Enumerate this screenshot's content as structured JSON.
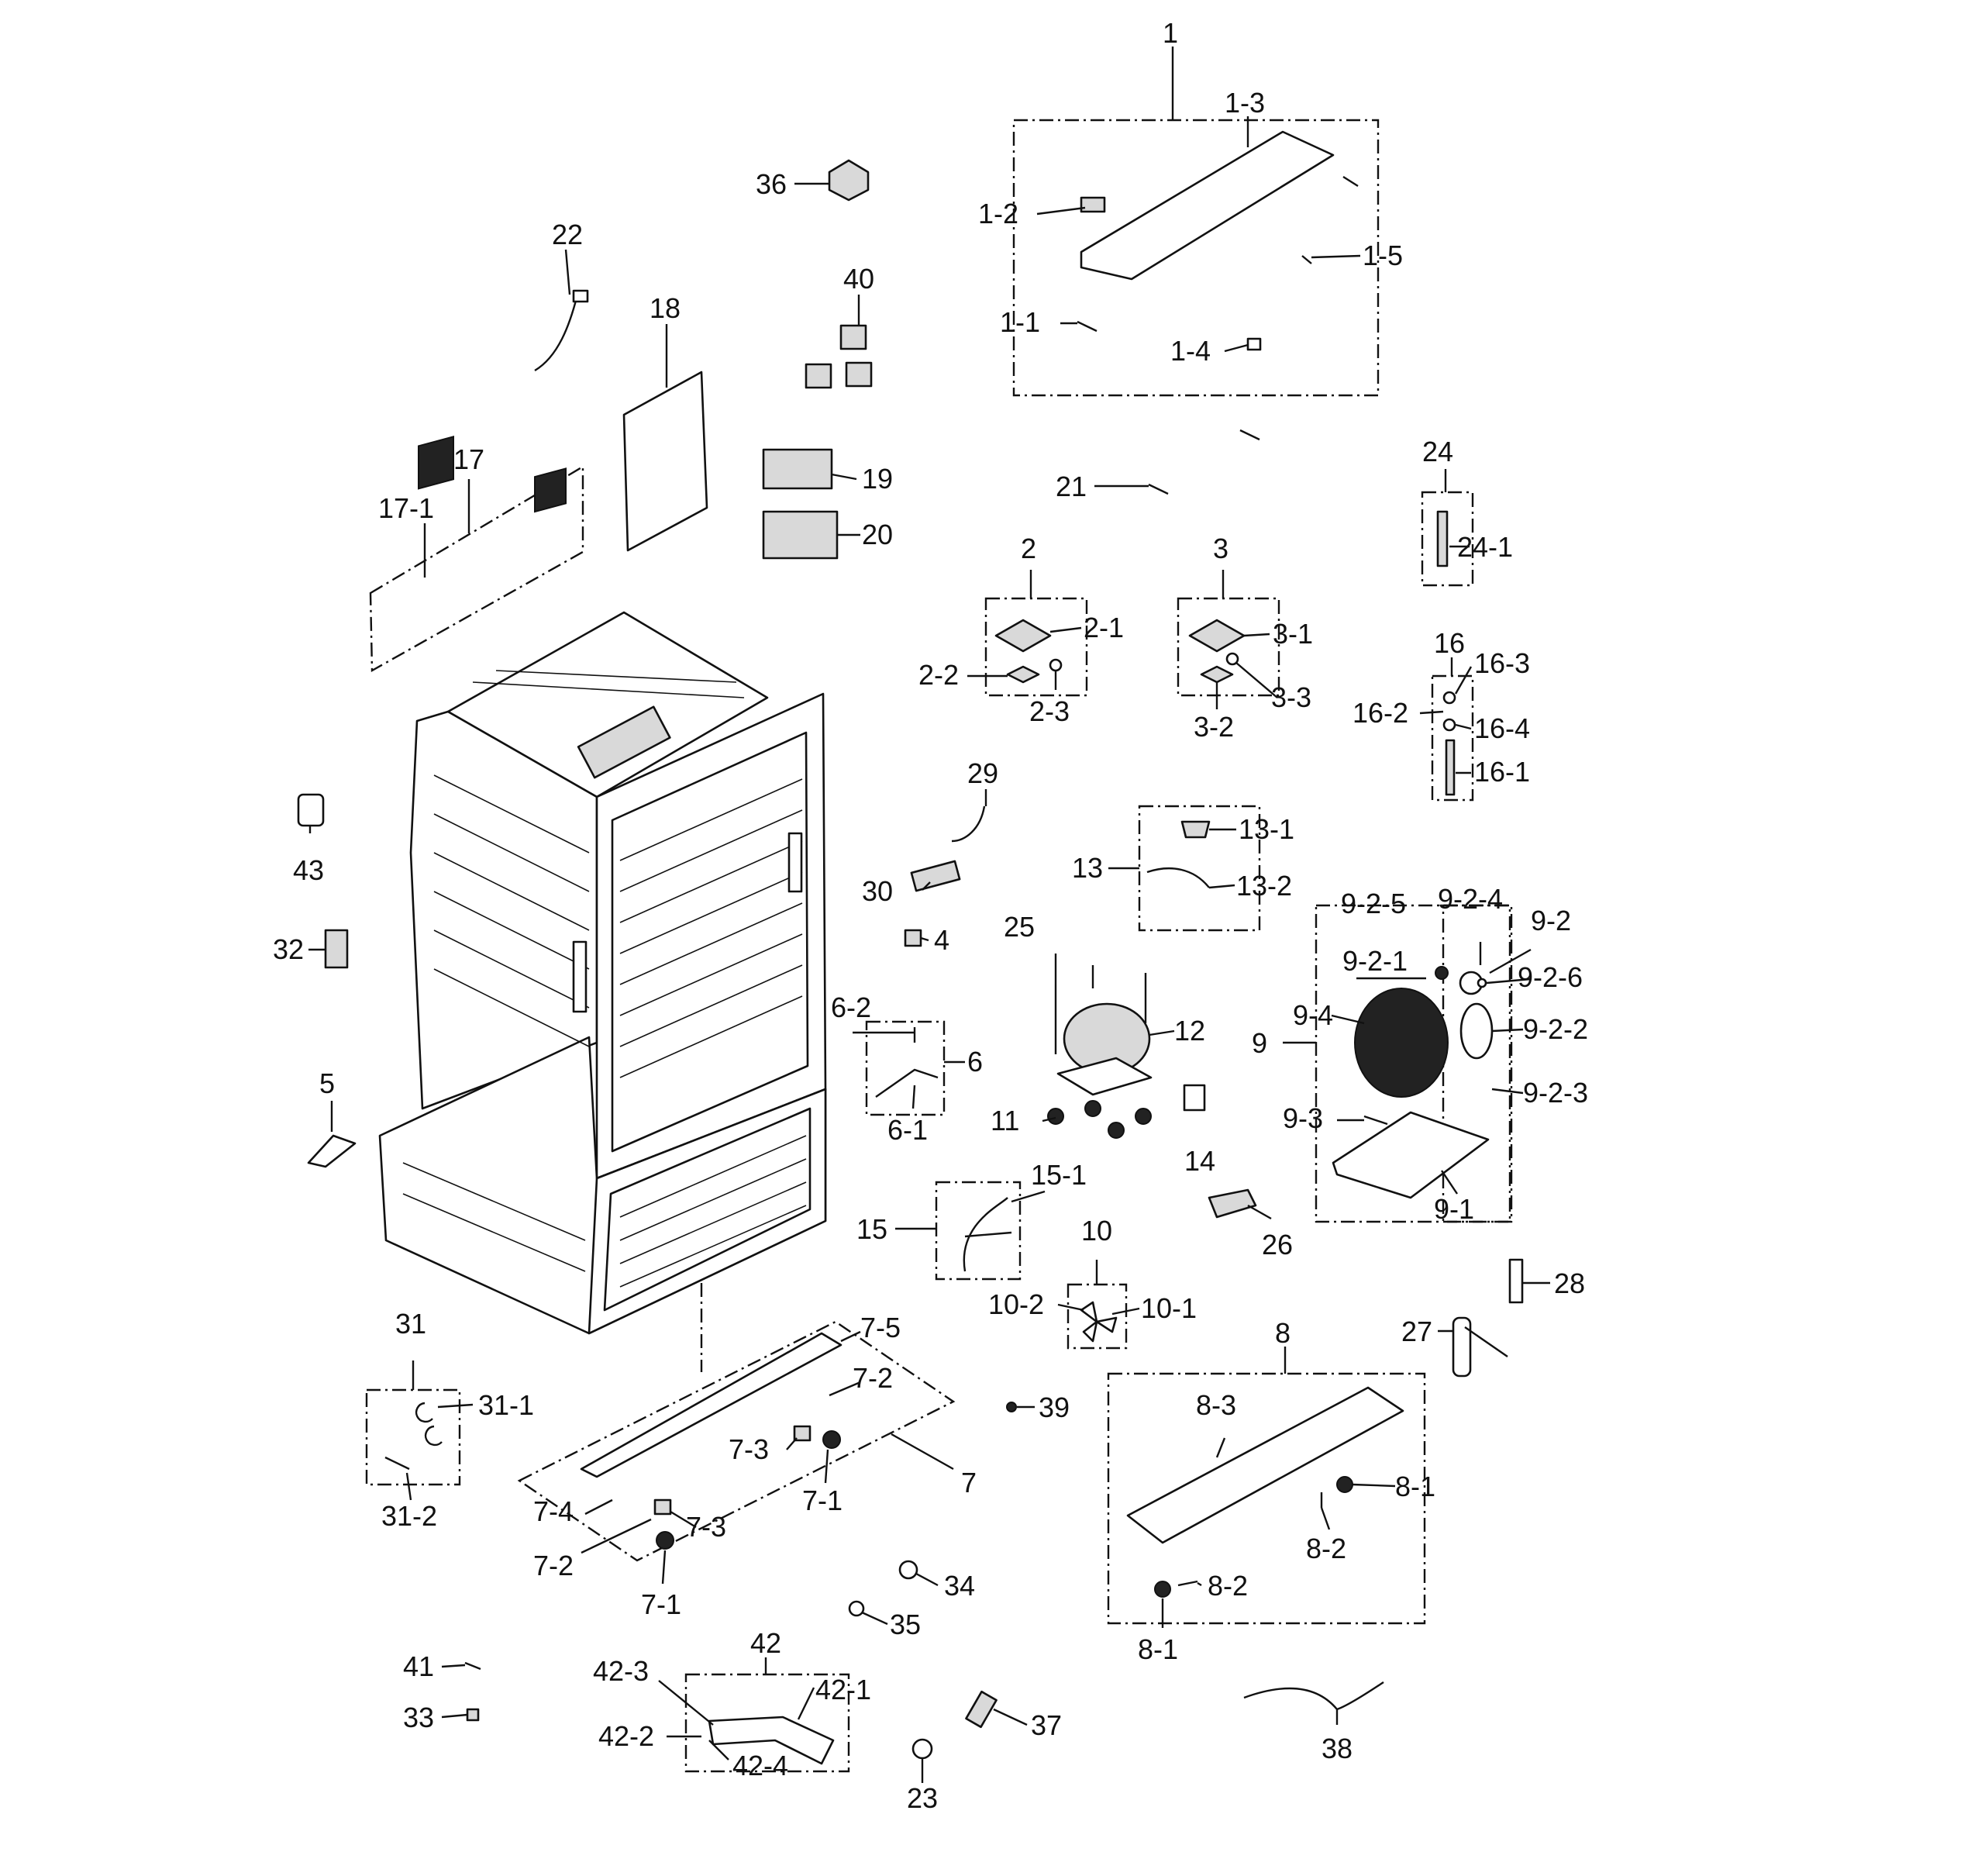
{
  "labels": [
    {
      "id": "1",
      "text": "1"
    },
    {
      "id": "1-1",
      "text": "1-1"
    },
    {
      "id": "1-2",
      "text": "1-2"
    },
    {
      "id": "1-3",
      "text": "1-3"
    },
    {
      "id": "1-4",
      "text": "1-4"
    },
    {
      "id": "1-5",
      "text": "1-5"
    },
    {
      "id": "2",
      "text": "2"
    },
    {
      "id": "2-1",
      "text": "2-1"
    },
    {
      "id": "2-2",
      "text": "2-2"
    },
    {
      "id": "2-3",
      "text": "2-3"
    },
    {
      "id": "3",
      "text": "3"
    },
    {
      "id": "3-1",
      "text": "3-1"
    },
    {
      "id": "3-2",
      "text": "3-2"
    },
    {
      "id": "3-3",
      "text": "3-3"
    },
    {
      "id": "4",
      "text": "4"
    },
    {
      "id": "5",
      "text": "5"
    },
    {
      "id": "6",
      "text": "6"
    },
    {
      "id": "6-1",
      "text": "6-1"
    },
    {
      "id": "6-2",
      "text": "6-2"
    },
    {
      "id": "7",
      "text": "7"
    },
    {
      "id": "7-1a",
      "text": "7-1"
    },
    {
      "id": "7-1b",
      "text": "7-1"
    },
    {
      "id": "7-2a",
      "text": "7-2"
    },
    {
      "id": "7-2b",
      "text": "7-2"
    },
    {
      "id": "7-3a",
      "text": "7-3"
    },
    {
      "id": "7-3b",
      "text": "7-3"
    },
    {
      "id": "7-4",
      "text": "7-4"
    },
    {
      "id": "7-5",
      "text": "7-5"
    },
    {
      "id": "8",
      "text": "8"
    },
    {
      "id": "8-1a",
      "text": "8-1"
    },
    {
      "id": "8-1b",
      "text": "8-1"
    },
    {
      "id": "8-2a",
      "text": "8-2"
    },
    {
      "id": "8-2b",
      "text": "8-2"
    },
    {
      "id": "8-3",
      "text": "8-3"
    },
    {
      "id": "9",
      "text": "9"
    },
    {
      "id": "9-1",
      "text": "9-1"
    },
    {
      "id": "9-2",
      "text": "9-2"
    },
    {
      "id": "9-2-1",
      "text": "9-2-1"
    },
    {
      "id": "9-2-2",
      "text": "9-2-2"
    },
    {
      "id": "9-2-3",
      "text": "9-2-3"
    },
    {
      "id": "9-2-4",
      "text": "9-2-4"
    },
    {
      "id": "9-2-5",
      "text": "9-2-5"
    },
    {
      "id": "9-2-6",
      "text": "9-2-6"
    },
    {
      "id": "9-3",
      "text": "9-3"
    },
    {
      "id": "9-4",
      "text": "9-4"
    },
    {
      "id": "10",
      "text": "10"
    },
    {
      "id": "10-1",
      "text": "10-1"
    },
    {
      "id": "10-2",
      "text": "10-2"
    },
    {
      "id": "11",
      "text": "11"
    },
    {
      "id": "12",
      "text": "12"
    },
    {
      "id": "13",
      "text": "13"
    },
    {
      "id": "13-1",
      "text": "13-1"
    },
    {
      "id": "13-2",
      "text": "13-2"
    },
    {
      "id": "14",
      "text": "14"
    },
    {
      "id": "15",
      "text": "15"
    },
    {
      "id": "15-1",
      "text": "15-1"
    },
    {
      "id": "16",
      "text": "16"
    },
    {
      "id": "16-1",
      "text": "16-1"
    },
    {
      "id": "16-2",
      "text": "16-2"
    },
    {
      "id": "16-3",
      "text": "16-3"
    },
    {
      "id": "16-4",
      "text": "16-4"
    },
    {
      "id": "17",
      "text": "17"
    },
    {
      "id": "17-1",
      "text": "17-1"
    },
    {
      "id": "18",
      "text": "18"
    },
    {
      "id": "19",
      "text": "19"
    },
    {
      "id": "20",
      "text": "20"
    },
    {
      "id": "21",
      "text": "21"
    },
    {
      "id": "22",
      "text": "22"
    },
    {
      "id": "23",
      "text": "23"
    },
    {
      "id": "24",
      "text": "24"
    },
    {
      "id": "24-1",
      "text": "24-1"
    },
    {
      "id": "25",
      "text": "25"
    },
    {
      "id": "26",
      "text": "26"
    },
    {
      "id": "27",
      "text": "27"
    },
    {
      "id": "28",
      "text": "28"
    },
    {
      "id": "29",
      "text": "29"
    },
    {
      "id": "30",
      "text": "30"
    },
    {
      "id": "31",
      "text": "31"
    },
    {
      "id": "31-1",
      "text": "31-1"
    },
    {
      "id": "31-2",
      "text": "31-2"
    },
    {
      "id": "32",
      "text": "32"
    },
    {
      "id": "33",
      "text": "33"
    },
    {
      "id": "34",
      "text": "34"
    },
    {
      "id": "35",
      "text": "35"
    },
    {
      "id": "36",
      "text": "36"
    },
    {
      "id": "37",
      "text": "37"
    },
    {
      "id": "38",
      "text": "38"
    },
    {
      "id": "39",
      "text": "39"
    },
    {
      "id": "40",
      "text": "40"
    },
    {
      "id": "41",
      "text": "41"
    },
    {
      "id": "42",
      "text": "42"
    },
    {
      "id": "42-1",
      "text": "42-1"
    },
    {
      "id": "42-2",
      "text": "42-2"
    },
    {
      "id": "42-3",
      "text": "42-3"
    },
    {
      "id": "42-4",
      "text": "42-4"
    },
    {
      "id": "43",
      "text": "43"
    }
  ]
}
